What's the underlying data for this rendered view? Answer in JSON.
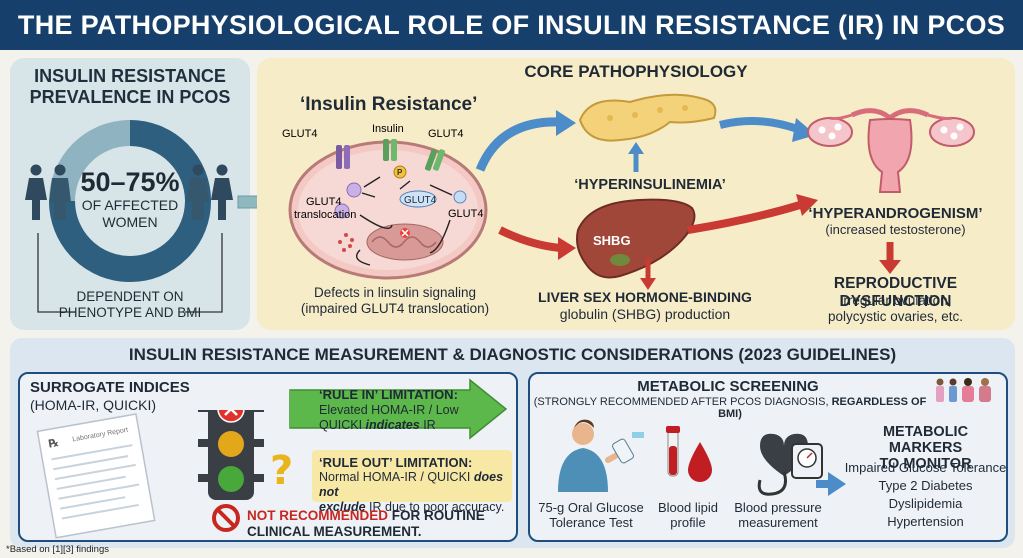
{
  "title": "THE PATHOPHYSIOLOGICAL ROLE OF INSULIN RESISTANCE (IR) IN PCOS",
  "prevalence": {
    "title_line1": "INSULIN RESISTANCE",
    "title_line2": "PREVALENCE IN PCOS",
    "percent": "50–75%",
    "sub_line1": "OF AFFECTED",
    "sub_line2": "WOMEN",
    "dep_line1": "DEPENDENT ON",
    "dep_line2": "PHENOTYPE AND BMI"
  },
  "core": {
    "heading": "CORE PATHOPHYSIOLOGY",
    "ir_title": "‘Insulin Resistance’",
    "cell_labels": {
      "insulin": "Insulin",
      "glut4_a": "GLUT4",
      "glut4_b": "GLUT4",
      "glut4_mid": "GLUT4",
      "glut4_right": "GLUT4",
      "transloc_1": "GLUT4",
      "transloc_2": "translocation",
      "p": "P"
    },
    "defects_line1": "Defects in linsulin signaling",
    "defects_line2": "(impaired GLUT4 translocation)",
    "hyperinsulinemia": "‘HYPERINSULINEMIA’",
    "shbg_label": "SHBG",
    "liver_line1": "LIVER SEX HORMONE-BINDING",
    "liver_line2": "globulin (SHBG) production",
    "hyperandrogenism": "‘HYPERANDROGENISM’",
    "hyperandrogenism_sub": "(increased testosterone)",
    "repro_title": "REPRODUCTIVE DYSFUNCTION",
    "repro_line1": "Irregular ovulation,",
    "repro_line2": "polycystic ovaries, etc."
  },
  "measurement": {
    "heading": "INSULIN RESISTANCE MEASUREMENT & DIAGNOSTIC CONSIDERATIONS (2023 GUIDELINES)",
    "surrogate_title": "SURROGATE INDICES",
    "surrogate_sub": "(HOMA-IR, QUICKI)",
    "report_label": "Laboratory Report",
    "rule_in_title": "‘RULE IN’ LIMITATION:",
    "rule_in_line1": "Elevated HOMA-IR / Low",
    "rule_in_line2a": "QUICKI ",
    "rule_in_line2b": "indicates",
    "rule_in_line2c": " IR",
    "rule_out_title": "‘RULE OUT’ LIMITATION:",
    "rule_out_line1a": "Normal HOMA-IR / QUICKI ",
    "rule_out_line1b": "does not",
    "rule_out_line2a": "exclude",
    "rule_out_line2b": " IR due to poor accuracy.",
    "not_rec_red": "NOT RECOMMENDED",
    "not_rec_rest1": " FOR ROUTINE",
    "not_rec_rest2": "CLINICAL MEASUREMENT."
  },
  "metabolic": {
    "title": "METABOLIC SCREENING",
    "sub_a": "(STRONGLY RECOMMENDED AFTER PCOS DIAGNOSIS, ",
    "sub_b": "REGARDLESS OF BMI)",
    "tests": [
      {
        "line1": "75-g Oral Glucose",
        "line2": "Tolerance Test"
      },
      {
        "line1": "Blood lipid",
        "line2": "profile"
      },
      {
        "line1": "Blood pressure",
        "line2": "measurement"
      }
    ],
    "markers_title_line1": "METABOLIC MARKERS",
    "markers_title_line2": "TO MONITOR",
    "markers": [
      "Impaired Glucose Tolerance",
      "Type 2 Diabetes",
      "Dyslipidemia",
      "Hypertension"
    ]
  },
  "footnote": "*Based on [1][3] findings",
  "colors": {
    "title_bg": "#16406b",
    "donut_dark": "#2f5f7f",
    "donut_light": "#8fb3c0",
    "arrow_blue": "#4c8cc8",
    "arrow_red": "#c83a32",
    "arrow_green": "#4caf3c",
    "warn_red": "#c8271f"
  }
}
